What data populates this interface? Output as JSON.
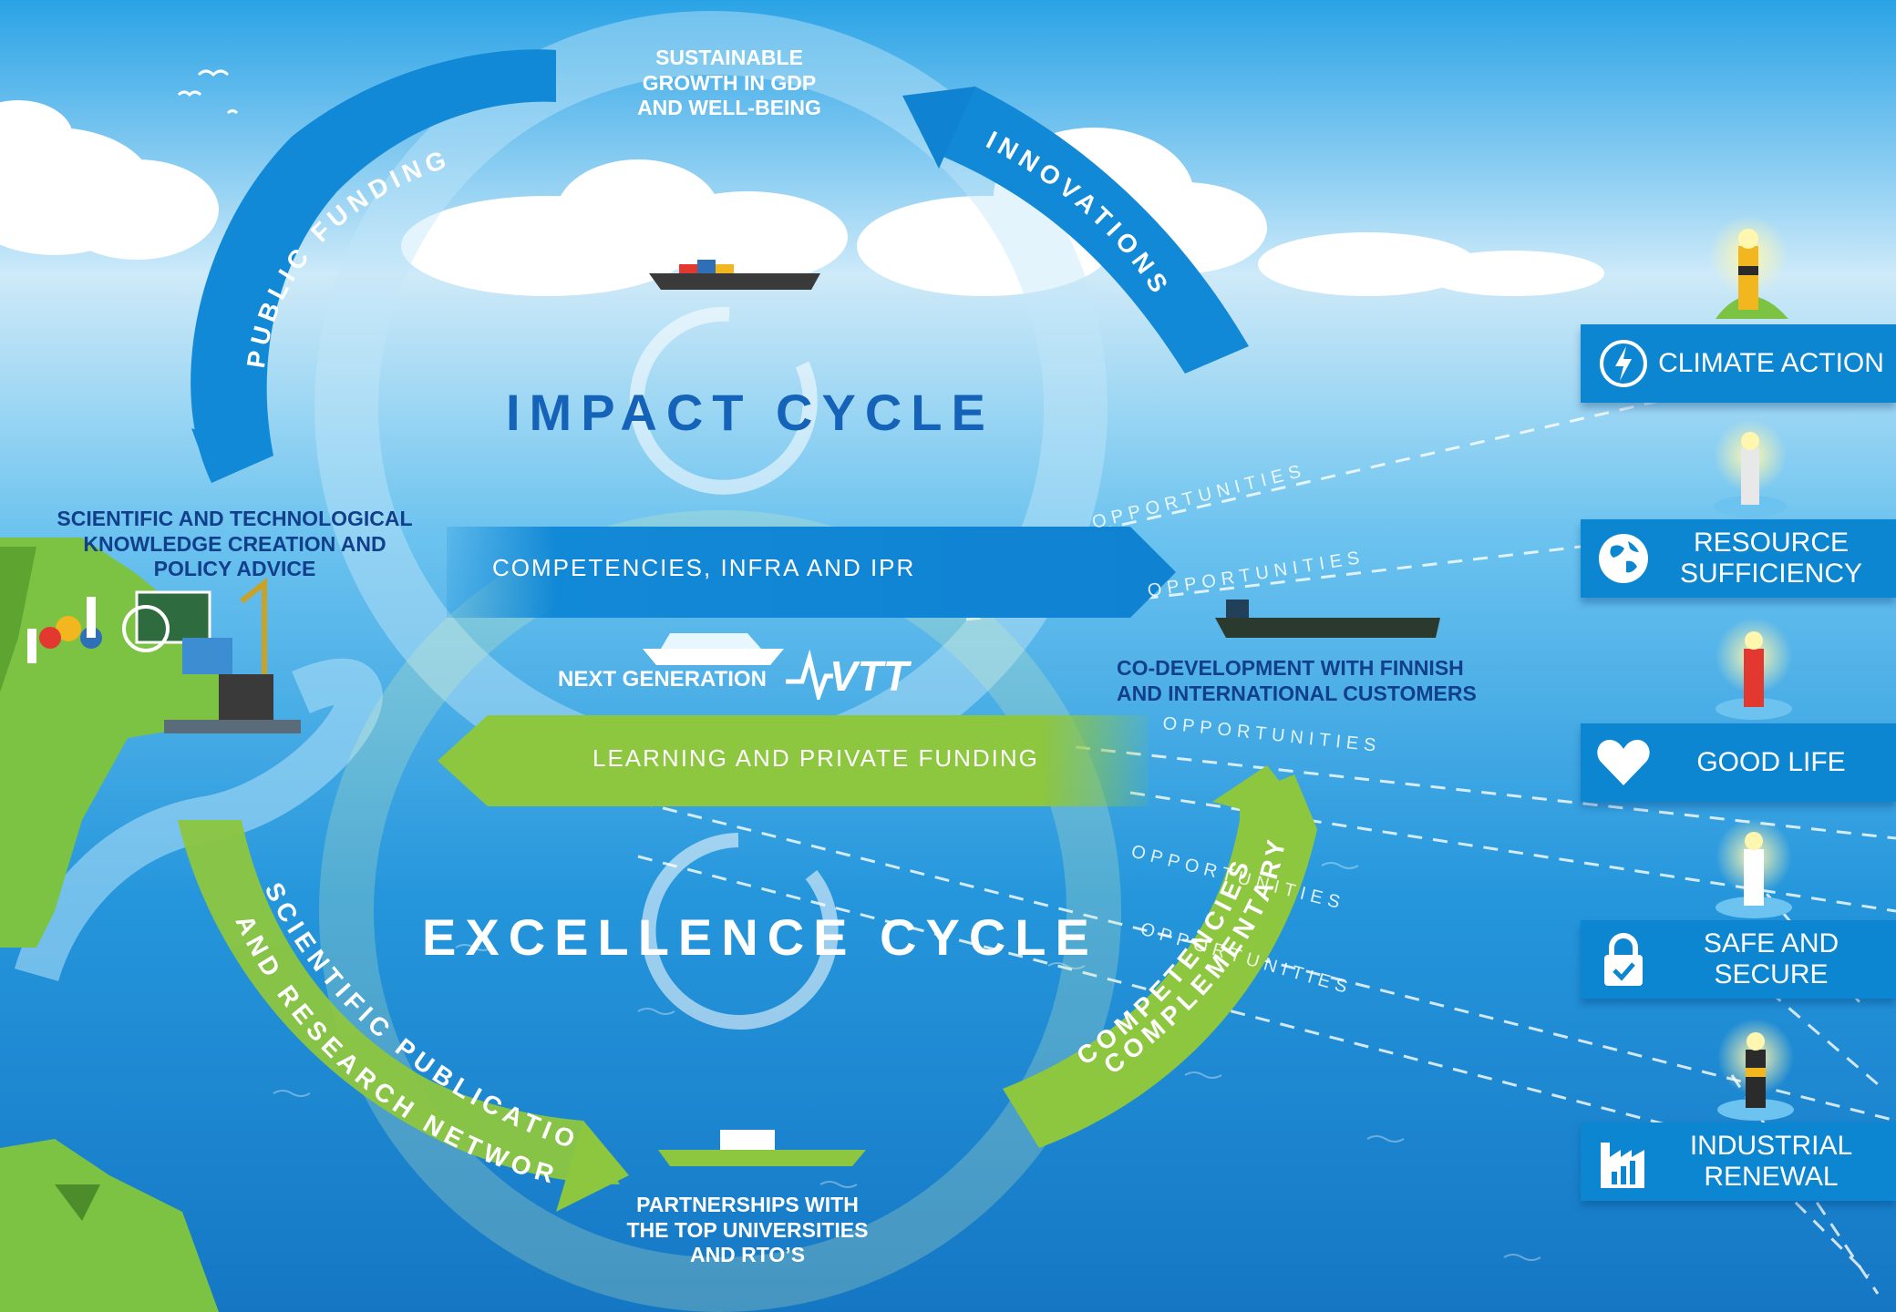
{
  "top_outcome": {
    "line1": "SUSTAINABLE",
    "line2": "GROWTH IN GDP",
    "line3": "AND WELL-BEING"
  },
  "arcs": {
    "public_funding": "PUBLIC FUNDING",
    "innovations": "INNOVATIONS",
    "scientific_publications": "SCIENTIFIC PUBLICATIONS",
    "research_networks": "AND RESEARCH NETWORKS",
    "complementary": "COMPLEMENTARY",
    "competencies": "COMPETENCIES"
  },
  "cycles": {
    "impact": "IMPACT CYCLE",
    "excellence": "EXCELLENCE CYCLE"
  },
  "flows": {
    "competencies_infra_ipr": "COMPETENCIES, INFRA AND IPR",
    "learning_private_funding": "LEARNING AND PRIVATE FUNDING"
  },
  "knowledge": {
    "line1": "SCIENTIFIC AND TECHNOLOGICAL",
    "line2": "KNOWLEDGE CREATION AND",
    "line3": "POLICY ADVICE"
  },
  "next_generation": "NEXT GENERATION",
  "brand": "VTT",
  "codevelopment": {
    "line1": "CO-DEVELOPMENT WITH FINNISH",
    "line2": "AND INTERNATIONAL CUSTOMERS"
  },
  "partnerships": {
    "line1": "PARTNERSHIPS WITH",
    "line2": "THE TOP UNIVERSITIES",
    "line3": "AND RTO’S"
  },
  "opportunities_label": "OPPORTUNITIES",
  "goals": [
    {
      "label": "CLIMATE ACTION",
      "icon": "lightning-icon",
      "lighthouse_color": "#f2b61e"
    },
    {
      "label": "RESOURCE SUFFICIENCY",
      "icon": "globe-icon",
      "lighthouse_color": "#e8e8e8"
    },
    {
      "label": "GOOD LIFE",
      "icon": "heart-icon",
      "lighthouse_color": "#e2382f"
    },
    {
      "label": "SAFE AND SECURE",
      "icon": "lock-icon",
      "lighthouse_color": "#ffffff"
    },
    {
      "label": "INDUSTRIAL RENEWAL",
      "icon": "factory-chart-icon",
      "lighthouse_color": "#2b2b2b"
    }
  ],
  "colors": {
    "sky": "#3aaee8",
    "sea": "#1e8fd8",
    "impact_blue": "#1289d6",
    "excellence_green": "#8dc63f",
    "navy_text": "#123f8c",
    "goal_box": "#0d86d1"
  }
}
